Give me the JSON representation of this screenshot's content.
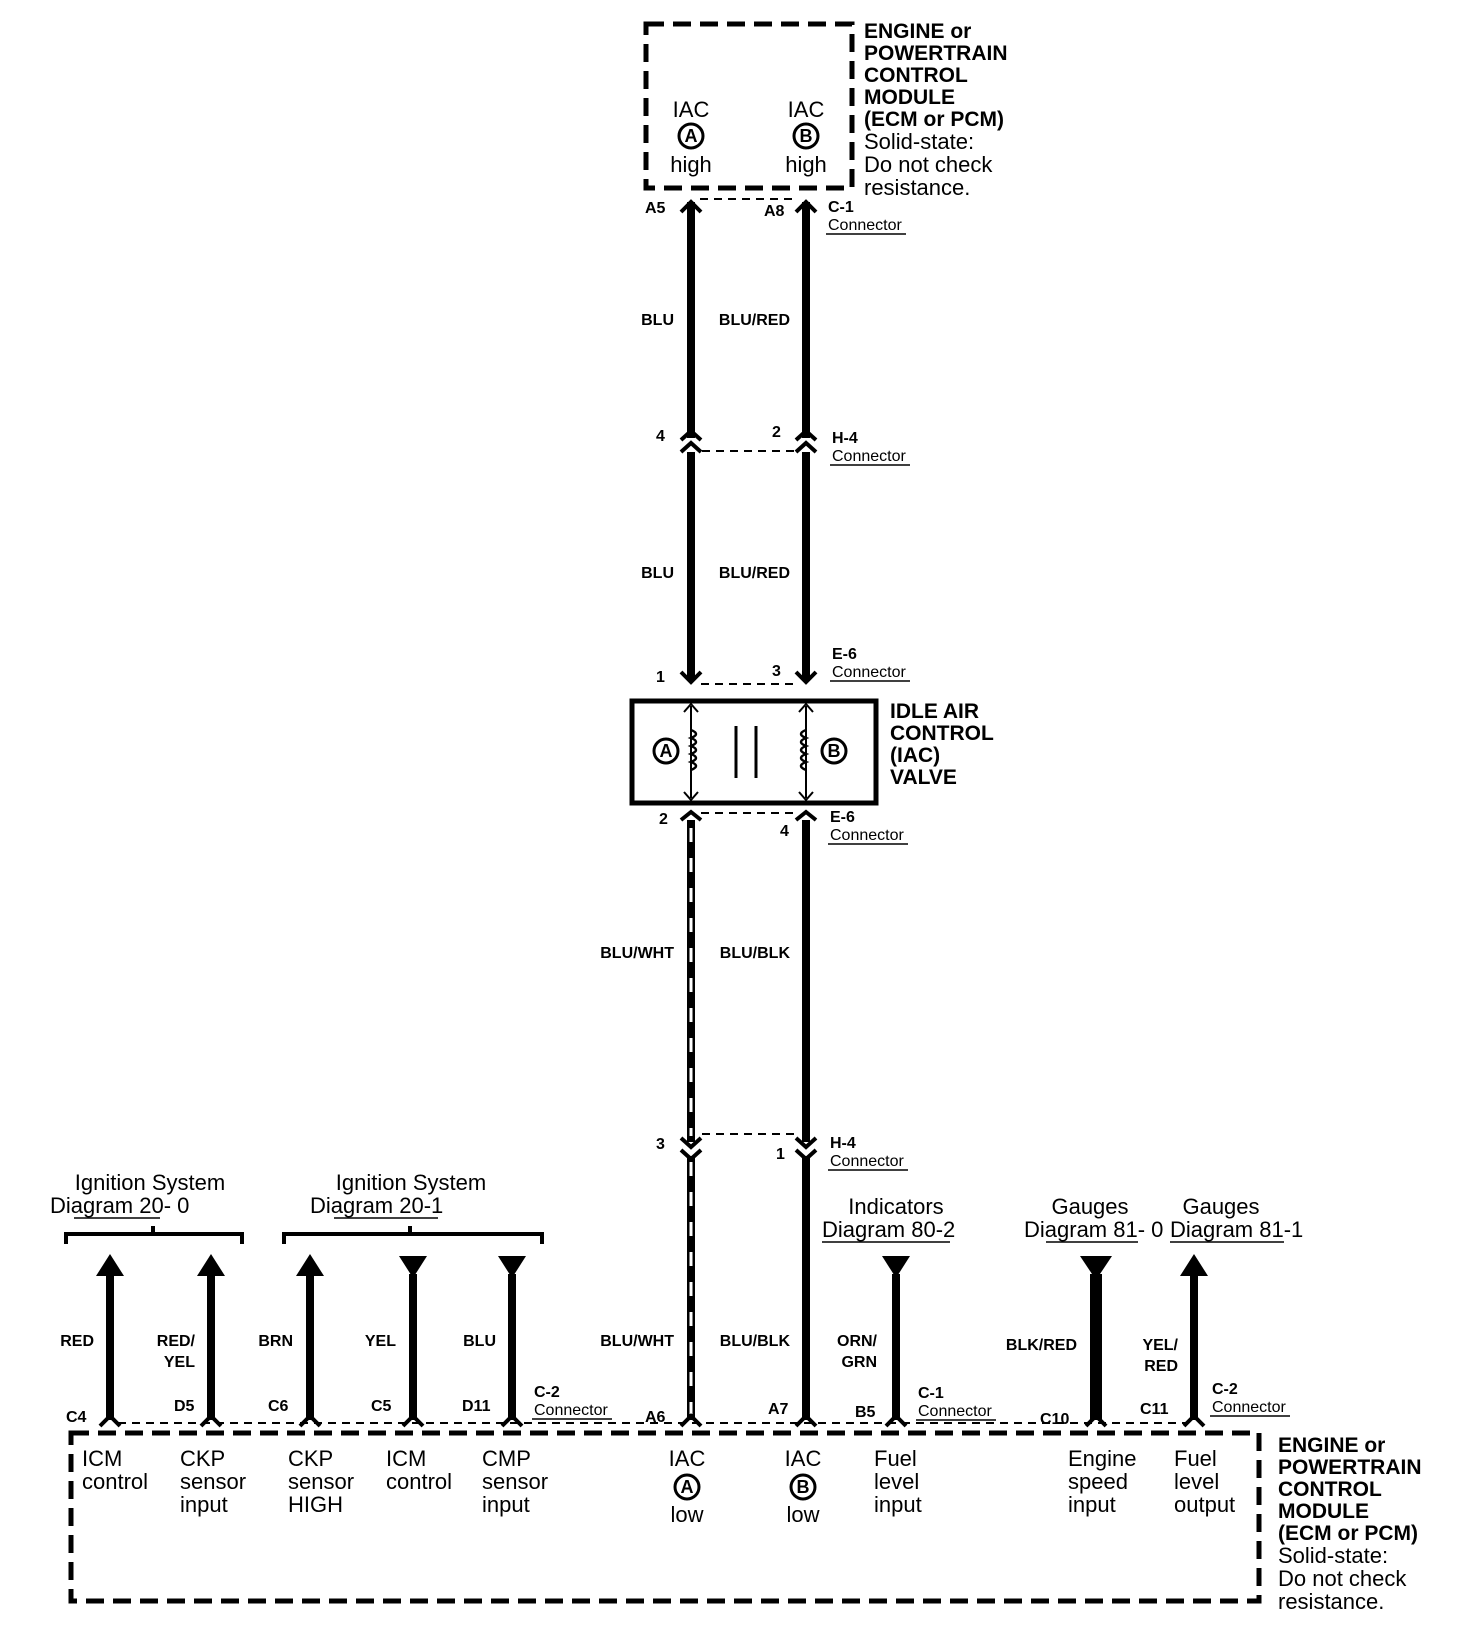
{
  "colors": {
    "ink": "#000000",
    "paper": "#ffffff"
  },
  "top_module": {
    "title": [
      "ENGINE or",
      "POWERTRAIN",
      "CONTROL",
      "MODULE",
      "(ECM or PCM)"
    ],
    "note": [
      "Solid-state:",
      "Do not check",
      "resistance."
    ],
    "iac_a": {
      "top": "IAC",
      "letter": "A",
      "bottom": "high"
    },
    "iac_b": {
      "top": "IAC",
      "letter": "B",
      "bottom": "high"
    }
  },
  "connectors": {
    "c1_top": {
      "pin_a": "A5",
      "pin_b": "A8",
      "name": "C-1",
      "label": "Connector"
    },
    "h4_top": {
      "pin_a": "4",
      "pin_b": "2",
      "name": "H-4",
      "label": "Connector"
    },
    "e6_top": {
      "pin_a": "1",
      "pin_b": "3",
      "name": "E-6",
      "label": "Connector"
    },
    "e6_bot": {
      "pin_a": "2",
      "pin_b": "4",
      "name": "E-6",
      "label": "Connector"
    },
    "h4_bot": {
      "pin_a": "3",
      "pin_b": "1",
      "name": "H-4",
      "label": "Connector"
    },
    "c2_left": {
      "name": "C-2",
      "label": "Connector"
    },
    "c1_bot": {
      "name": "C-1",
      "label": "Connector"
    },
    "c2_right": {
      "name": "C-2",
      "label": "Connector"
    }
  },
  "wires": {
    "seg1_a": "BLU",
    "seg1_b": "BLU/RED",
    "seg2_a": "BLU",
    "seg2_b": "BLU/RED",
    "seg3_a": "BLU/WHT",
    "seg3_b": "BLU/BLK",
    "seg4_a": "BLU/WHT",
    "seg4_b": "BLU/BLK"
  },
  "iac_valve": {
    "title": [
      "IDLE AIR",
      "CONTROL",
      "(IAC)",
      "VALVE"
    ],
    "coil_a": "A",
    "coil_b": "B"
  },
  "bottom_module": {
    "title": [
      "ENGINE or",
      "POWERTRAIN",
      "CONTROL",
      "MODULE",
      "(ECM or PCM)"
    ],
    "note": [
      "Solid-state:",
      "Do not check",
      "resistance."
    ],
    "iac_a": {
      "top": "IAC",
      "letter": "A",
      "bottom": "low",
      "pin": "A6"
    },
    "iac_b": {
      "top": "IAC",
      "letter": "B",
      "bottom": "low",
      "pin": "A7"
    }
  },
  "references": [
    {
      "title": "Ignition System",
      "diagram": "Diagram 20- 0"
    },
    {
      "title": "Ignition System",
      "diagram": "Diagram 20-1"
    },
    {
      "title": "Indicators",
      "diagram": "Diagram 80-2"
    },
    {
      "title": "Gauges",
      "diagram": "Diagram 81- 0"
    },
    {
      "title": "Gauges",
      "diagram": "Diagram 81-1"
    }
  ],
  "circuits": [
    {
      "pin": "C4",
      "wire": [
        "RED"
      ],
      "function": [
        "ICM",
        "control"
      ]
    },
    {
      "pin": "D5",
      "wire": [
        "RED/",
        "YEL"
      ],
      "function": [
        "CKP",
        "sensor",
        "input"
      ]
    },
    {
      "pin": "C6",
      "wire": [
        "BRN"
      ],
      "function": [
        "CKP",
        "sensor",
        "HIGH"
      ]
    },
    {
      "pin": "C5",
      "wire": [
        "YEL"
      ],
      "function": [
        "ICM",
        "control"
      ]
    },
    {
      "pin": "D11",
      "wire": [
        "BLU"
      ],
      "function": [
        "CMP",
        "sensor",
        "input"
      ]
    },
    {
      "pin": "B5",
      "wire": [
        "ORN/",
        "GRN"
      ],
      "function": [
        "Fuel",
        "level",
        "input"
      ]
    },
    {
      "pin": "C10",
      "wire": [
        "BLK/RED"
      ],
      "function": [
        "Engine",
        "speed",
        "input"
      ]
    },
    {
      "pin": "C11",
      "wire": [
        "YEL/",
        "RED"
      ],
      "function": [
        "Fuel",
        "level",
        "output"
      ]
    }
  ]
}
